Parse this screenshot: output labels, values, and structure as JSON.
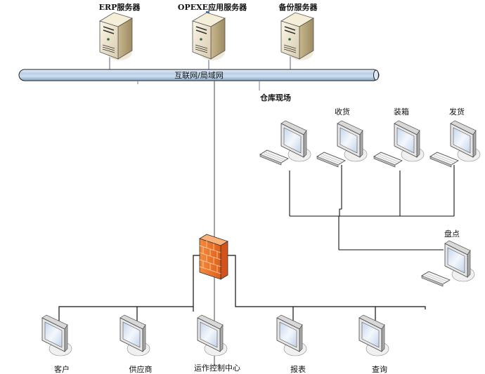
{
  "title_marker_color": "#3a6ec0",
  "servers": [
    {
      "label": "ERP服务器"
    },
    {
      "label": "OPEXE应用服务器"
    },
    {
      "label": "备份服务器"
    }
  ],
  "network_bus": {
    "label": "互联网/局域网"
  },
  "warehouse": {
    "label": "仓库现场",
    "stations": [
      {
        "label": ""
      },
      {
        "label": "收货"
      },
      {
        "label": "装箱"
      },
      {
        "label": "发货"
      },
      {
        "label": "盘点"
      }
    ]
  },
  "firewall": {
    "name": "firewall",
    "color": "#f07a2a"
  },
  "clients": [
    {
      "label": "客户"
    },
    {
      "label": "供应商"
    },
    {
      "label": "运作控制中心"
    },
    {
      "label": "报表"
    },
    {
      "label": "查询"
    }
  ]
}
